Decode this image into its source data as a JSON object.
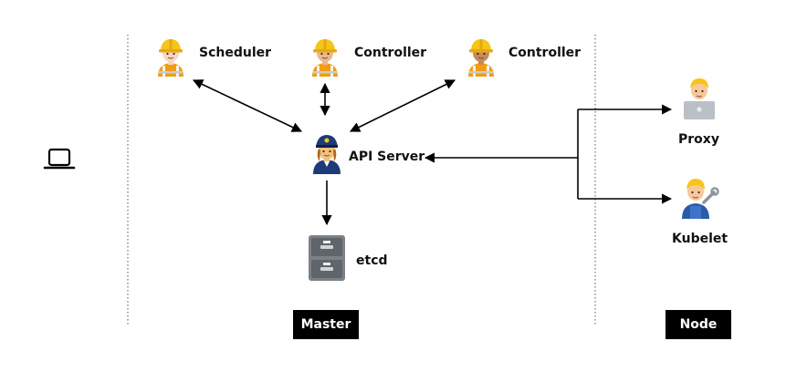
{
  "nodes": {
    "scheduler": {
      "label": "Scheduler",
      "icon": "construction-worker-light-icon"
    },
    "controller_1": {
      "label": "Controller",
      "icon": "construction-worker-medium-light-icon"
    },
    "controller_2": {
      "label": "Controller",
      "icon": "construction-worker-medium-icon"
    },
    "api_server": {
      "label": "API Server",
      "icon": "police-officer-icon"
    },
    "etcd": {
      "label": "etcd",
      "icon": "file-cabinet-icon"
    },
    "proxy": {
      "label": "Proxy",
      "icon": "technologist-icon"
    },
    "kubelet": {
      "label": "Kubelet",
      "icon": "mechanic-icon"
    },
    "client": {
      "icon": "laptop-icon"
    }
  },
  "regions": {
    "master": {
      "label": "Master"
    },
    "node": {
      "label": "Node"
    }
  },
  "colors": {
    "tag_background": "#000000",
    "tag_text": "#ffffff",
    "hard_hat": "#f5c518",
    "police_blue": "#1f3a78",
    "cabinet_gray": "#7b8187",
    "arrow": "#000000"
  }
}
